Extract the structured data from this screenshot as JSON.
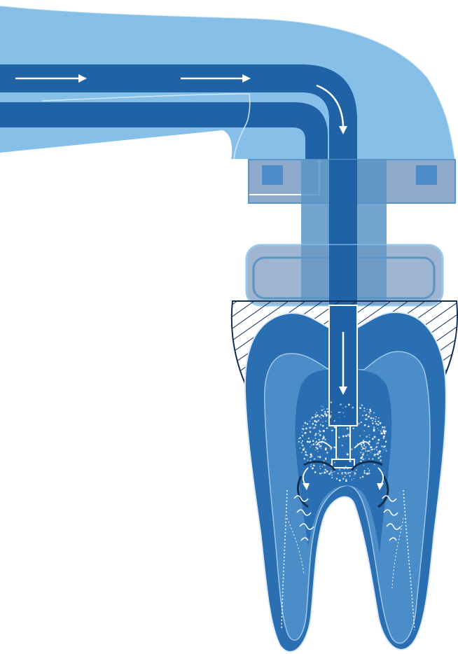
{
  "diagram": {
    "subject": "",
    "colors": {
      "background": "#ffffff",
      "light_blue": "#86bfe8",
      "mid_blue": "#5b95c6",
      "dark_blue": "#1f63a6",
      "navy": "#0f2f55",
      "gray_blue": "#8da9c8",
      "tooth_outer": "#2a6fb1",
      "tooth_dentin": "#4a8dc8",
      "pulp": "#2a6fb1",
      "arrow": "#ffffff"
    },
    "components": [
      {
        "id": "handpiece-body",
        "icon": "handpiece-icon"
      },
      {
        "id": "supply-tube",
        "icon": "tube-icon"
      },
      {
        "id": "return-tube",
        "icon": "tube-icon"
      },
      {
        "id": "cuff",
        "icon": "cuff-icon"
      },
      {
        "id": "seal-ring",
        "icon": "ring-icon"
      },
      {
        "id": "hatched-seal",
        "icon": "hatch-icon"
      },
      {
        "id": "tooth",
        "icon": "tooth-icon"
      },
      {
        "id": "nozzle",
        "icon": "nozzle-icon"
      },
      {
        "id": "spray-cloud",
        "icon": "particles-icon"
      }
    ],
    "flow_arrows": [
      "right",
      "right",
      "down-curve",
      "down",
      "outward"
    ]
  }
}
